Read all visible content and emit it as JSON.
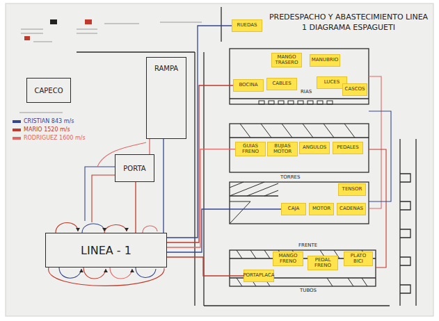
{
  "diagram": {
    "title": "PREDESPACHO Y ABASTECIMIENTO LINEA 1 DIAGRAMA ESPAGUETI",
    "nodes": [
      {
        "text": [
          "CAPECO"
        ]
      },
      {
        "text": [
          "RAMPA"
        ]
      },
      {
        "text": [
          "PORTA"
        ]
      },
      {
        "text": [
          "LINEA - 1"
        ]
      },
      {
        "text": [
          "RUEDAS"
        ]
      },
      {
        "text": [
          "MANGO TRASERO"
        ]
      },
      {
        "text": [
          "MANUBRIO"
        ]
      },
      {
        "text": [
          "BOCINA"
        ]
      },
      {
        "text": [
          "CABLES"
        ]
      },
      {
        "text": [
          "LUCES"
        ]
      },
      {
        "text": [
          "CASCOS"
        ]
      },
      {
        "text": [
          "GUIAS FRENO"
        ]
      },
      {
        "text": [
          "BUJIAS MOTOR"
        ]
      },
      {
        "text": [
          "ANGULOS"
        ]
      },
      {
        "text": [
          "PEDALES"
        ]
      },
      {
        "text": [
          "TENSOR"
        ]
      },
      {
        "text": [
          "CAJA"
        ]
      },
      {
        "text": [
          "MOTOR"
        ]
      },
      {
        "text": [
          "CADENAS"
        ]
      },
      {
        "text": [
          "MANGO FRENO"
        ]
      },
      {
        "text": [
          "PEDAL FRENO"
        ]
      },
      {
        "text": [
          "PLATO BICI"
        ]
      },
      {
        "text": [
          "PORTAPLACA"
        ]
      }
    ],
    "edges": [
      {
        "from": 3,
        "to": 1,
        "arrow": "none"
      },
      {
        "from": 3,
        "to": 2,
        "arrow": "none"
      },
      {
        "from": 2,
        "to": 1,
        "arrow": "none"
      },
      {
        "from": 3,
        "to": 4,
        "arrow": "none"
      },
      {
        "from": 3,
        "to": 7,
        "arrow": "none"
      },
      {
        "from": 3,
        "to": 11,
        "arrow": "none"
      },
      {
        "from": 3,
        "to": 16,
        "arrow": "none"
      },
      {
        "from": 3,
        "to": 22,
        "arrow": "none"
      }
    ],
    "labels": [
      "RIAS",
      "TORRES",
      "FRENTE",
      "TUBOS"
    ],
    "legend": [
      {
        "text": "CRISTIAN 843 m/s",
        "color": "#34468f"
      },
      {
        "text": "MARIO 1520 m/s",
        "color": "#c0392b"
      },
      {
        "text": "RODRIGUEZ 1600 m/s",
        "color": "#e06666"
      }
    ]
  }
}
